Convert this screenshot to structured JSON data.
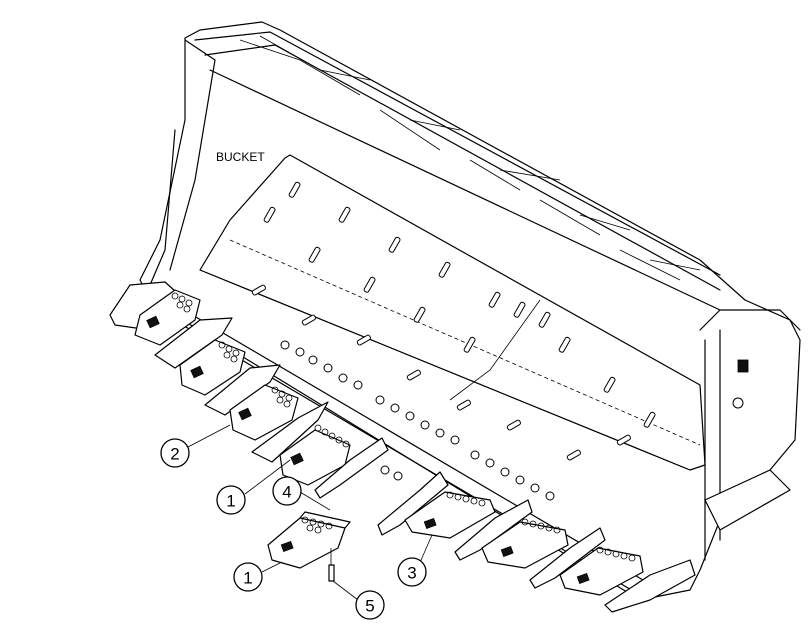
{
  "diagram": {
    "label": "BUCKET",
    "callouts": [
      "2",
      "1",
      "4",
      "1",
      "3",
      "5"
    ]
  }
}
